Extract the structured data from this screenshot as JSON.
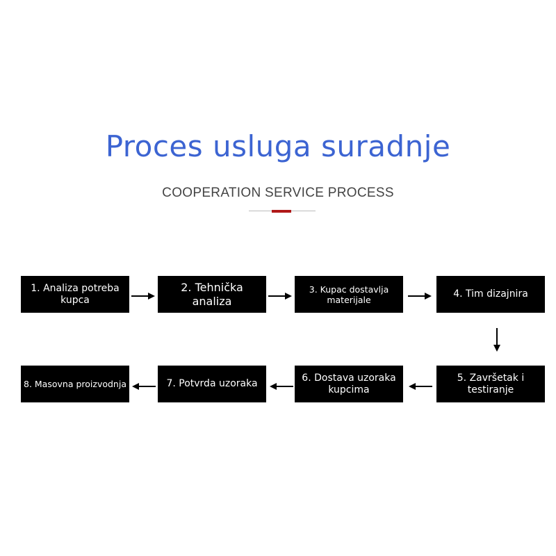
{
  "header": {
    "title": "Proces usluga suradnje",
    "subtitle": "COOPERATION SERVICE PROCESS"
  },
  "colors": {
    "title": "#3c64d2",
    "accent": "#b01818",
    "box": "#000000",
    "box_text": "#ffffff"
  },
  "steps": [
    {
      "label": "1. Analiza potreba kupca"
    },
    {
      "label": "2. Tehnička analiza"
    },
    {
      "label": "3. Kupac dostavlja materijale"
    },
    {
      "label": "4. Tim dizajnira"
    },
    {
      "label": "5. Završetak i testiranje"
    },
    {
      "label": "6. Dostava uzoraka kupcima"
    },
    {
      "label": "7. Potvrda uzoraka"
    },
    {
      "label": "8. Masovna proizvodnja"
    }
  ]
}
